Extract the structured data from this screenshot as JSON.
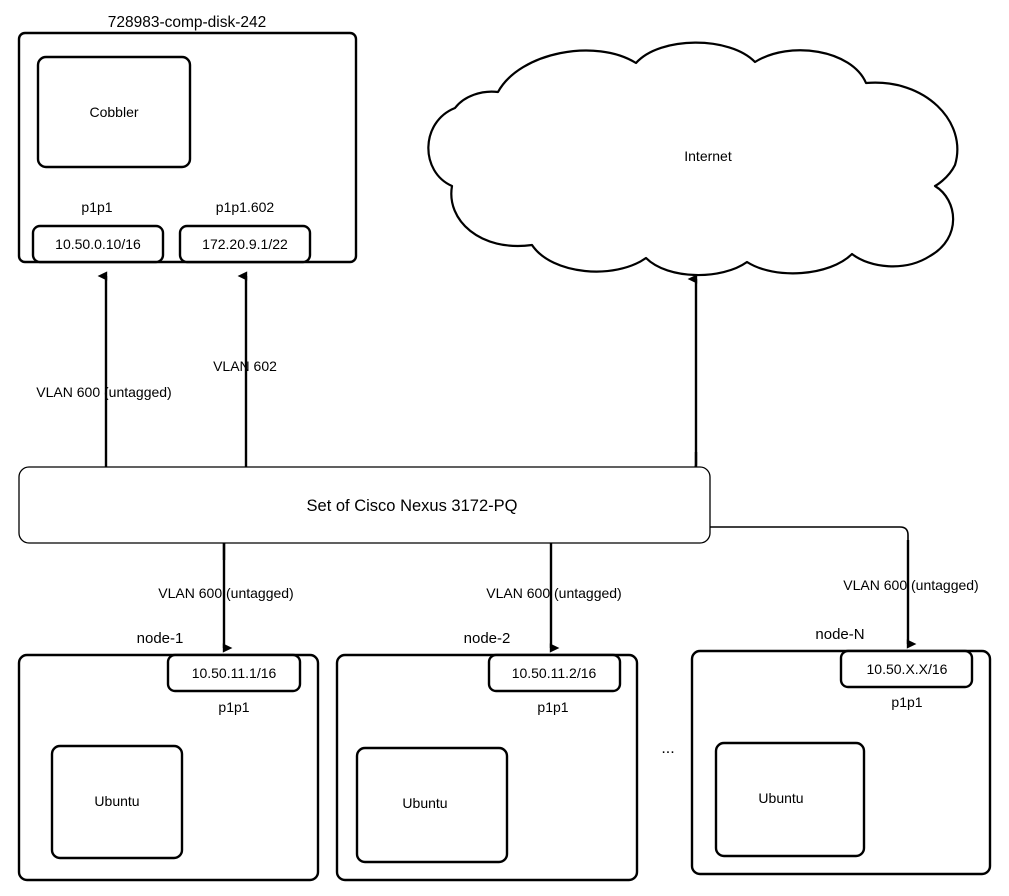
{
  "diagram": {
    "title_visible": false,
    "background": "#ffffff",
    "line_color": "#000000"
  },
  "provision_host": {
    "name": "728983-comp-disk-242",
    "service_box": {
      "label": "Cobbler"
    },
    "interfaces": [
      {
        "name": "p1p1",
        "address": "10.50.0.10/16"
      },
      {
        "name": "p1p1.602",
        "address": "172.20.9.1/22"
      }
    ]
  },
  "cloud": {
    "label": "Internet"
  },
  "switch": {
    "label": "Set of Cisco Nexus 3172-PQ"
  },
  "uplinks": [
    {
      "id": "cobbler-p1p1",
      "label": "VLAN 600 (untagged)"
    },
    {
      "id": "cobbler-p1p1-602",
      "label": "VLAN 602"
    }
  ],
  "downlinks": [
    {
      "id": "node-1-link",
      "label": "VLAN 600 (untagged)"
    },
    {
      "id": "node-2-link",
      "label": "VLAN 600 (untagged)"
    },
    {
      "id": "node-n-link",
      "label": "VLAN 600 (untagged)"
    }
  ],
  "nodes": [
    {
      "name": "node-1",
      "address": "10.50.11.1/16",
      "interface": "p1p1",
      "os_box": {
        "label": "Ubuntu"
      }
    },
    {
      "name": "node-2",
      "address": "10.50.11.2/16",
      "interface": "p1p1",
      "os_box": {
        "label": "Ubuntu"
      }
    },
    {
      "name": "node-N",
      "address": "10.50.X.X/16",
      "interface": "p1p1",
      "os_box": {
        "label": "Ubuntu"
      }
    }
  ],
  "ellipsis": {
    "label": "..."
  }
}
